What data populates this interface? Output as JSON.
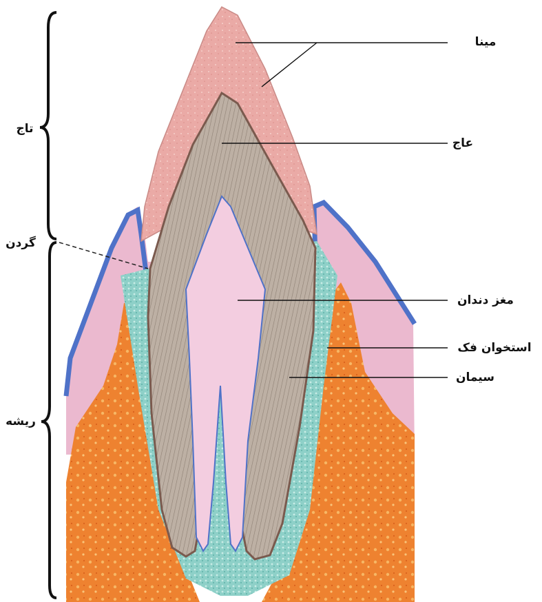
{
  "figure": {
    "labels": {
      "enamel": "مینا",
      "dentin": "عاج",
      "pulp": "مغز دندان",
      "jaw_bone": "استخوان فک",
      "cementum": "سیمان"
    },
    "regions": {
      "crown": "تاج",
      "neck": "گردن",
      "root": "ریشه"
    },
    "colors": {
      "enamel": "#e8a9a4",
      "dentin": "#b9aca0",
      "pulp": "#f3cde0",
      "gum": "#ebb9cf",
      "gum_edge": "#4f72c8",
      "cementum": "#8ccbc4",
      "bone": "#ec7c2a",
      "bone_light": "#f6b25f",
      "root_edge": "#7a5a4e"
    }
  }
}
